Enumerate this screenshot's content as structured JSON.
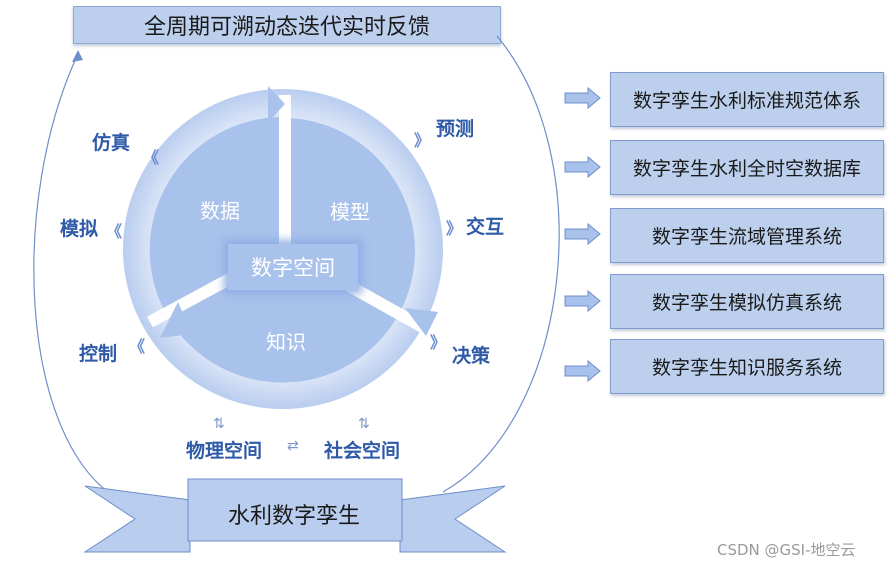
{
  "title": "全周期可溯动态迭代实时反馈",
  "center": "数字空间",
  "segments": {
    "data": "数据",
    "model": "模型",
    "knowledge": "知识"
  },
  "ops": {
    "simulate_true": "仿真",
    "predict": "预测",
    "model_sim": "模拟",
    "interact": "交互",
    "control": "控制",
    "decide": "决策"
  },
  "spaces": {
    "physical": "物理空间",
    "social": "社会空间"
  },
  "arrows": {
    "updown": "⇅",
    "leftright": "⇄",
    "chevron_left": "《",
    "chevron_right": "》"
  },
  "banner": "水利数字孪生",
  "systems": [
    "数字孪生水利标准规范体系",
    "数字孪生水利全时空数据库",
    "数字孪生流域管理系统",
    "数字孪生模拟仿真系统",
    "数字孪生知识服务系统"
  ],
  "watermark": "CSDN @GSI-地空云",
  "colors": {
    "segment_light": "#a9c2ec",
    "ring_light": "#c8d8f3",
    "label_blue": "#2e5aa8",
    "box_fill": "#bcd0ee"
  }
}
